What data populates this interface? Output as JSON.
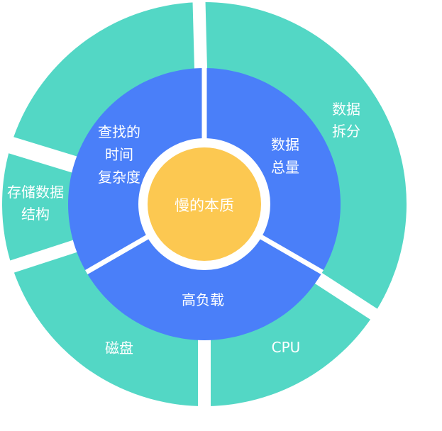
{
  "diagram": {
    "colors": {
      "outer_ring": "#53d7c5",
      "middle_ring": "#4a7ff9",
      "core": "#fcc851",
      "text": "#ffffff",
      "gap": "#ffffff"
    },
    "core": {
      "label": "慢的本质"
    },
    "middle_ring": {
      "segments": [
        {
          "id": "lookup-complexity",
          "lines": [
            "查找的",
            "时间",
            "复杂度"
          ]
        },
        {
          "id": "data-volume",
          "lines": [
            "数据",
            "总量"
          ]
        },
        {
          "id": "high-load",
          "lines": [
            "高负载"
          ]
        }
      ]
    },
    "outer_ring": {
      "segments": [
        {
          "id": "top-left",
          "lines": []
        },
        {
          "id": "data-split",
          "lines": [
            "数据",
            "拆分"
          ]
        },
        {
          "id": "cpu",
          "lines": [
            "CPU"
          ]
        },
        {
          "id": "disk",
          "lines": [
            "磁盘"
          ]
        },
        {
          "id": "storage-structure",
          "lines": [
            "存储数据",
            "结构"
          ]
        }
      ]
    }
  }
}
